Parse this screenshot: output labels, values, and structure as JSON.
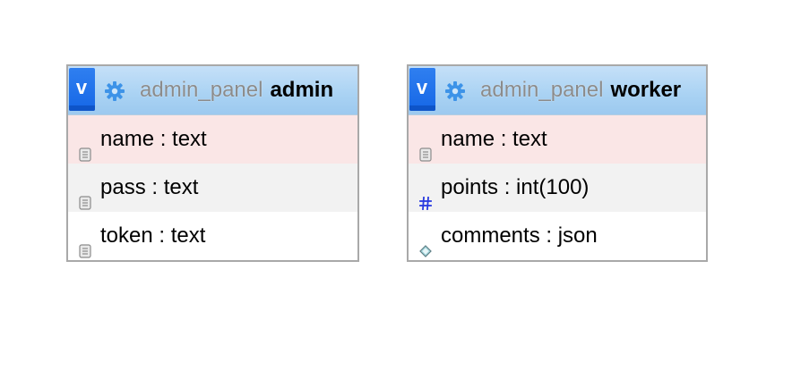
{
  "tables": [
    {
      "toggle_label": "v",
      "database": "admin_panel",
      "name": "admin",
      "columns": [
        {
          "label": "name : text",
          "icon": "text-field-icon",
          "style": "primary"
        },
        {
          "label": "pass : text",
          "icon": "text-field-icon",
          "style": "alt"
        },
        {
          "label": "token : text",
          "icon": "text-field-icon",
          "style": "plain"
        }
      ]
    },
    {
      "toggle_label": "v",
      "database": "admin_panel",
      "name": "worker",
      "columns": [
        {
          "label": "name : text",
          "icon": "text-field-icon",
          "style": "primary"
        },
        {
          "label": "points : int(100)",
          "icon": "numeric-field-icon",
          "style": "alt"
        },
        {
          "label": "comments : json",
          "icon": "json-field-icon",
          "style": "plain"
        }
      ]
    }
  ],
  "colors": {
    "header_gradient_top": "#c5e0f8",
    "header_gradient_bottom": "#9cc9ef",
    "primary_row": "#fae6e6",
    "alt_row": "#f2f2f2",
    "toggle_blue": "#1f6fe8",
    "gear_blue": "#3d93e8",
    "numeric_icon_blue": "#2a3be0"
  }
}
